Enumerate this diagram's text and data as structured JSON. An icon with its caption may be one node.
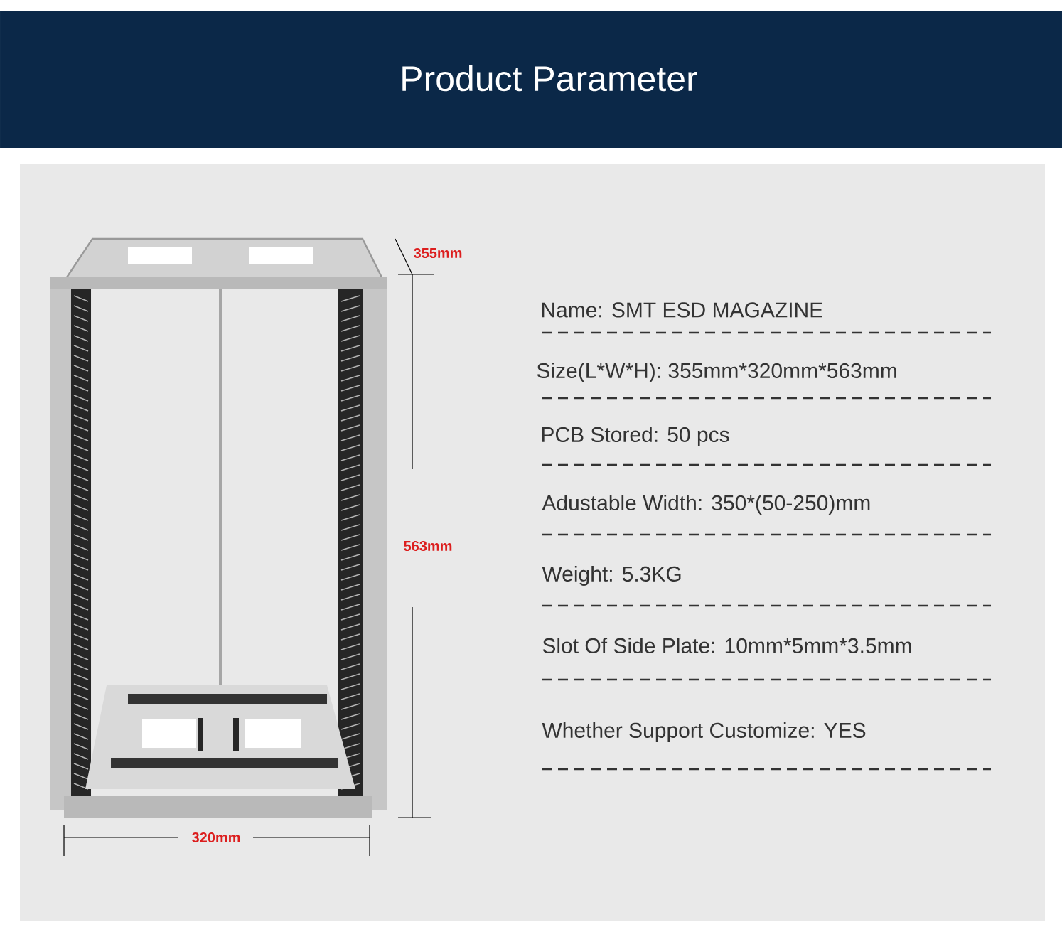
{
  "diagram": {
    "title": "Product Parameter",
    "labels": [
      "355mm",
      "Name: SMT ESD MAGAZINE",
      "Size(L*W*H): 355mm*320mm*563mm",
      "PCB Stored: 50 pcs",
      "Adustable Width: 350*(50-250)mm",
      "563mm",
      "Weight: 5.3KG",
      "Slot Of Side Plate: 10mm*5mm*3.5mm",
      "Whether Support Customize: YES",
      "320mm"
    ]
  }
}
